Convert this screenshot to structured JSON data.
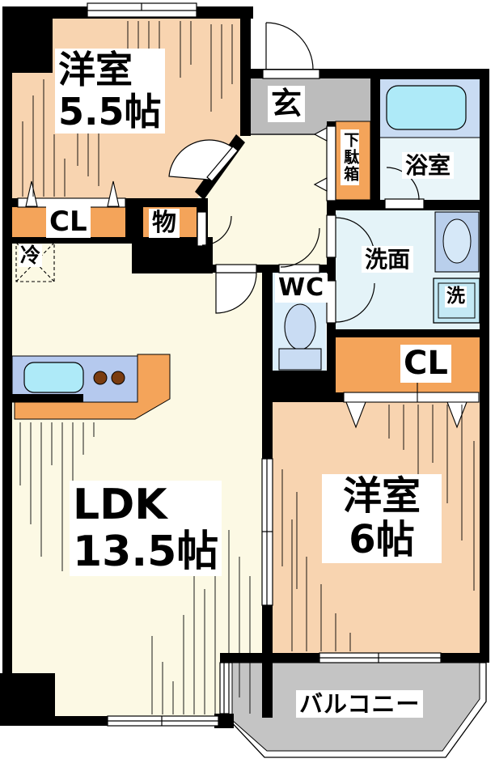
{
  "floorplan": {
    "rooms": {
      "bedroom1": {
        "name": "洋室",
        "size": "5.5帖"
      },
      "entrance": {
        "label": "玄"
      },
      "shoe_cabinet": {
        "label": "下駄箱"
      },
      "bathroom": {
        "label": "浴室"
      },
      "closet_1": {
        "label": "CL"
      },
      "storage": {
        "label": "物"
      },
      "refrigerator": {
        "label": "冷"
      },
      "toilet": {
        "label": "WC"
      },
      "washroom": {
        "label": "洗面"
      },
      "washer": {
        "label": "洗"
      },
      "closet_2": {
        "label": "CL"
      },
      "ldk": {
        "name": "LDK",
        "size": "13.5帖"
      },
      "bedroom2": {
        "name": "洋室",
        "size": "6帖"
      },
      "balcony": {
        "label": "バルコニー"
      }
    },
    "colors": {
      "wall": "#000000",
      "room_peach": "#f8d4b0",
      "floor_cream": "#fcf9e4",
      "entrance_gray": "#bcbcbc",
      "balcony_gray": "#c4c4c4",
      "closet_orange": "#f4a45a",
      "counter_blue": "#b5c9ee",
      "fixture_blue": "#c9dcf3",
      "water_cyan": "#aeeaf8",
      "bath_floor": "#e9f5f9",
      "washroom_floor": "#e4f3f8",
      "wc_floor": "#dceefa",
      "vanity_blue": "#b9cfec",
      "washer_blue": "#c4e9f5",
      "burner_brown": "#7a3c10"
    }
  }
}
